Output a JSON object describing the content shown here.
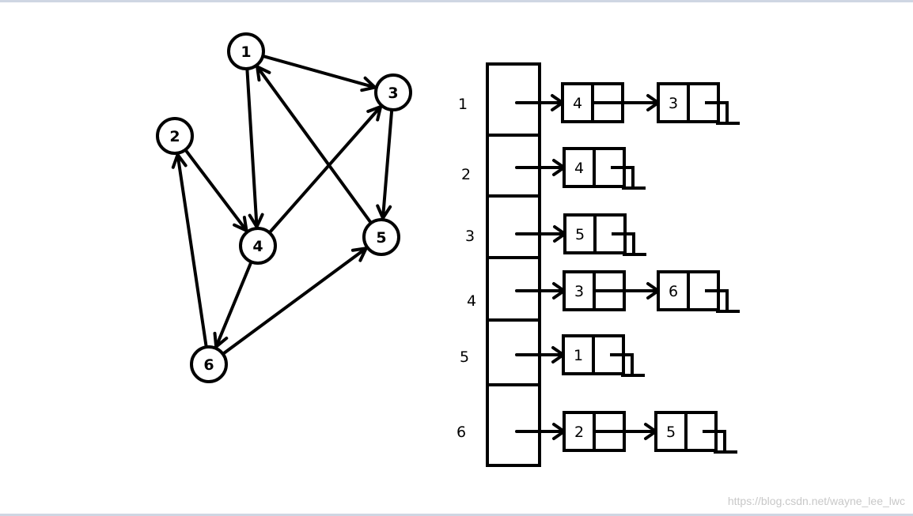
{
  "graph": {
    "nodes": [
      {
        "id": "1",
        "label": "1"
      },
      {
        "id": "2",
        "label": "2"
      },
      {
        "id": "3",
        "label": "3"
      },
      {
        "id": "4",
        "label": "4"
      },
      {
        "id": "5",
        "label": "5"
      },
      {
        "id": "6",
        "label": "6"
      }
    ],
    "edges": [
      {
        "from": "1",
        "to": "3"
      },
      {
        "from": "1",
        "to": "4"
      },
      {
        "from": "2",
        "to": "4"
      },
      {
        "from": "3",
        "to": "5"
      },
      {
        "from": "4",
        "to": "3"
      },
      {
        "from": "4",
        "to": "6"
      },
      {
        "from": "5",
        "to": "1"
      },
      {
        "from": "6",
        "to": "2"
      },
      {
        "from": "6",
        "to": "5"
      }
    ]
  },
  "adjacency_list": {
    "rows": [
      {
        "label": "1",
        "neighbors": [
          "4",
          "3"
        ]
      },
      {
        "label": "2",
        "neighbors": [
          "4"
        ]
      },
      {
        "label": "3",
        "neighbors": [
          "5"
        ]
      },
      {
        "label": "4",
        "neighbors": [
          "3",
          "6"
        ]
      },
      {
        "label": "5",
        "neighbors": [
          "1"
        ]
      },
      {
        "label": "6",
        "neighbors": [
          "2",
          "5"
        ]
      }
    ]
  },
  "watermark": "https://blog.csdn.net/wayne_lee_lwc"
}
